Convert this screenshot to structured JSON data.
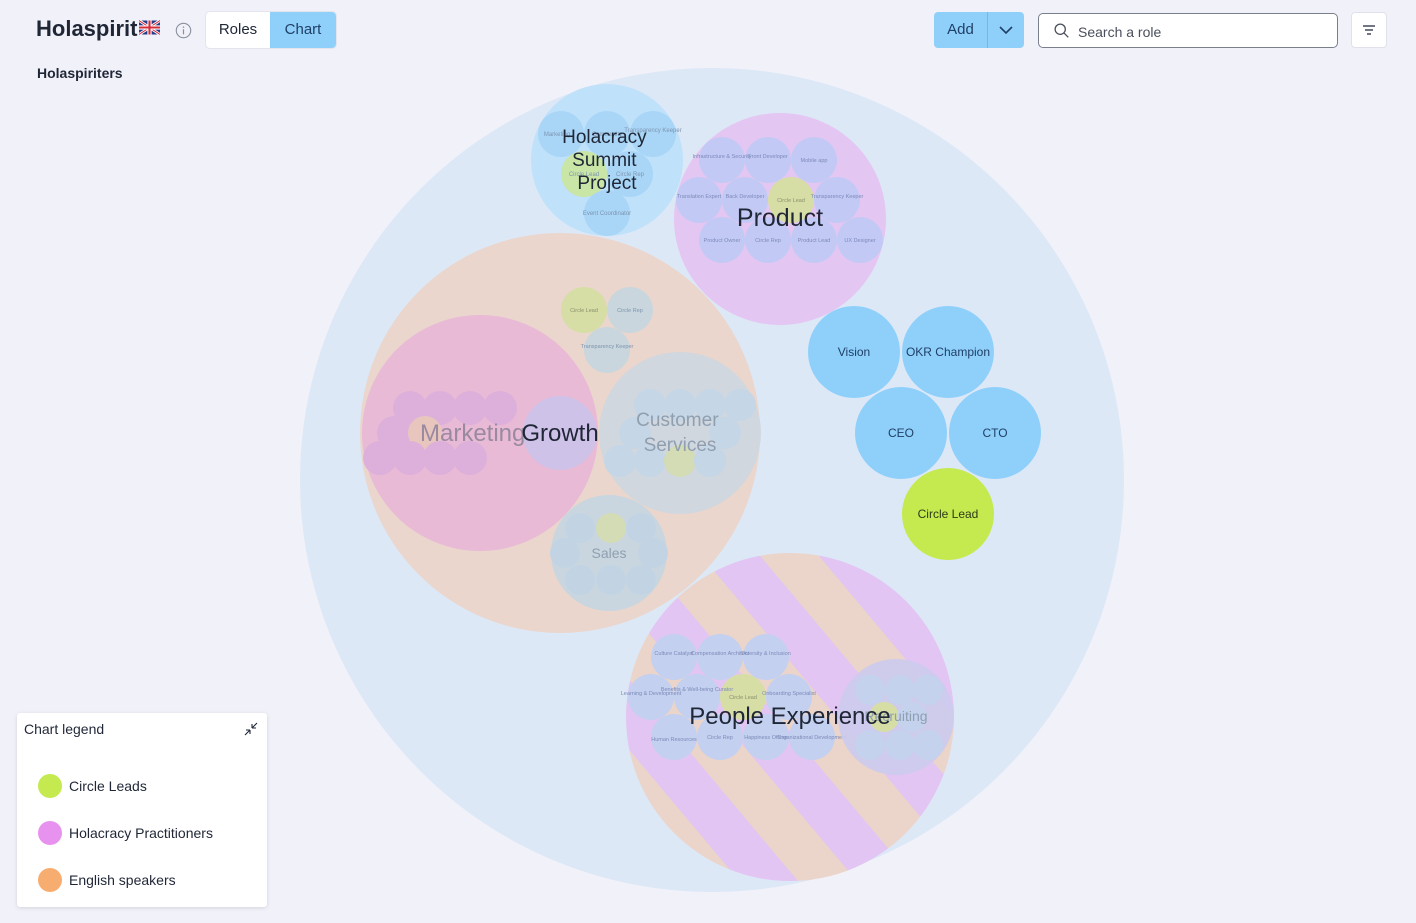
{
  "header": {
    "org_name": "Holaspirit",
    "view_tabs": [
      {
        "label": "Roles",
        "active": false
      },
      {
        "label": "Chart",
        "active": true
      }
    ],
    "add_label": "Add",
    "search_placeholder": "Search a role",
    "breadcrumb": "Holaspiriters"
  },
  "icons": [
    "uk-flag-icon",
    "info-icon",
    "chevron-down-icon",
    "search-icon",
    "filter-icon",
    "collapse-icon"
  ],
  "colors": {
    "accent": "#8fd0fb",
    "role": "#8fd0fb",
    "circle_lead": "#c4ea4f",
    "holacracy_practitioner": "#e792ee",
    "english_speaker": "#f7ad70",
    "root_circle": "#dde8f7"
  },
  "legend": {
    "title": "Chart legend",
    "items": [
      {
        "label": "Circle Leads",
        "color": "#c4ea4f"
      },
      {
        "label": "Holacracy Practitioners",
        "color": "#e792ee"
      },
      {
        "label": "English speakers",
        "color": "#f7ad70"
      }
    ]
  },
  "diagram": {
    "circles": [
      {
        "id": "summit",
        "name": "Holacracy Summit Project",
        "kind": "circle",
        "roles": [
          "Marketing",
          "Community",
          "Transparency Keeper",
          "Circle Lead",
          "Circle Rep",
          "Event Coordinator"
        ]
      },
      {
        "id": "product",
        "name": "Product",
        "kind": "circle",
        "roles": [
          "Infrastructure & Security",
          "Front Developer",
          "Mobile app",
          "Translation Expert",
          "Back Developer",
          "Circle Lead",
          "Transparency Keeper",
          "Product Owner",
          "Circle Rep",
          "Product Lead",
          "UX Designer"
        ]
      },
      {
        "id": "growth",
        "name": "Growth",
        "kind": "circle",
        "roles": [
          "Circle Lead",
          "Circle Rep",
          "Transparency Keeper"
        ]
      },
      {
        "id": "marketing",
        "name": "Marketing",
        "kind": "circle"
      },
      {
        "id": "customer-services",
        "name": "Customer Services",
        "kind": "circle"
      },
      {
        "id": "sales",
        "name": "Sales",
        "kind": "circle"
      },
      {
        "id": "people-experience",
        "name": "People Experience",
        "kind": "circle",
        "roles": [
          "Culture Catalyst",
          "Compensation Architect",
          "Diversity & Inclusion",
          "Learning & Development",
          "Benefits & Well-being Curator",
          "Circle Lead",
          "Onboarding Specialist",
          "Human Resources",
          "Circle Rep",
          "Happiness Officer",
          "Organizational Development"
        ]
      },
      {
        "id": "recruiting",
        "name": "Recruiting",
        "kind": "circle"
      }
    ],
    "root_roles": [
      "Vision",
      "OKR Champion",
      "CEO",
      "CTO",
      "Circle Lead"
    ]
  }
}
